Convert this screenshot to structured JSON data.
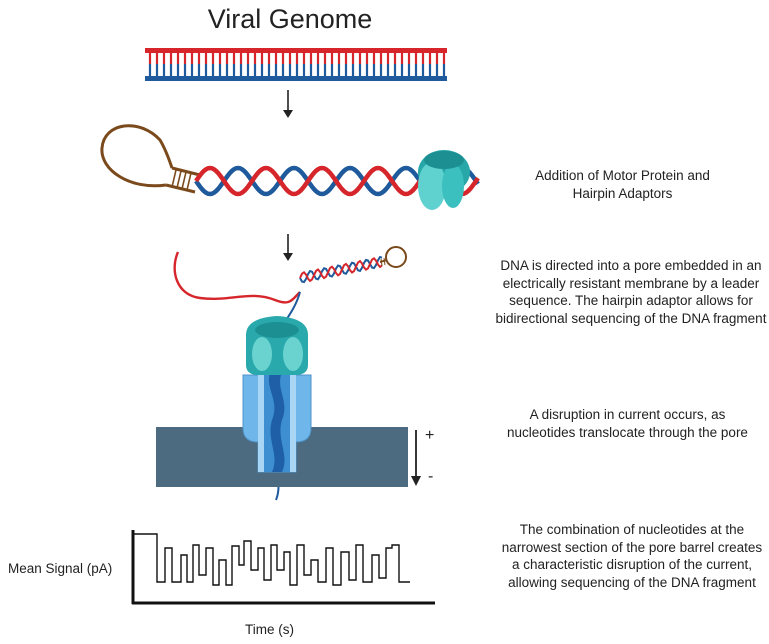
{
  "title": "Viral Genome",
  "steps": [
    {
      "id": "adaptors",
      "text": "Addition of Motor Protein and Hairpin Adaptors"
    },
    {
      "id": "pore-entry",
      "text": "DNA is directed into a pore embedded in an electrically resistant membrane by a leader sequence. The hairpin adaptor allows for bidirectional sequencing of the DNA fragment"
    },
    {
      "id": "current",
      "text": "A disruption in current occurs, as nucleotides translocate through the pore"
    },
    {
      "id": "signal",
      "text": "The combination of nucleotides at the narrowest section of the pore barrel creates a characteristic disruption of the current, allowing sequencing of the DNA fragment"
    }
  ],
  "signal_plot": {
    "ylabel": "Mean Signal (pA)",
    "xlabel": "Time (s)"
  },
  "voltage": {
    "plus": "+",
    "minus": "-"
  },
  "colors": {
    "strand_red": "#d6262b",
    "strand_blue": "#1e5a9c",
    "hairpin_brown": "#7a4a1c",
    "motor_teal": "#2bb5b5",
    "pore_blue": "#6fb7ea",
    "membrane": "#4d6b80"
  }
}
